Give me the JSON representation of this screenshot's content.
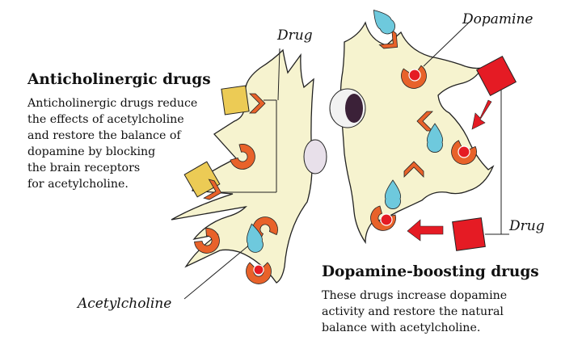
{
  "labels": {
    "drug_top": "Drug",
    "dopamine": "Dopamine",
    "drug_right": "Drug",
    "acetylcholine": "Acetylcholine"
  },
  "anticholinergic": {
    "title": "Anticholinergic drugs",
    "body": "Anticholinergic drugs reduce\nthe effects of acetylcholine\nand restore the balance of\ndopamine by blocking\nthe brain receptors\nfor acetylcholine."
  },
  "dopamine_boosting": {
    "title": "Dopamine-boosting drugs",
    "body": "These drugs increase dopamine\nactivity and restore the natural\nbalance with acetylcholine."
  },
  "colors": {
    "neuron_fill": "#f6f3cf",
    "receptor_orange": "#e8622a",
    "dopamine_red": "#e51b24",
    "acetylcholine_blue": "#6ec9dd",
    "anticholinergic_drug_yellow": "#eccb55",
    "dopamine_drug_red": "#e51b24"
  }
}
